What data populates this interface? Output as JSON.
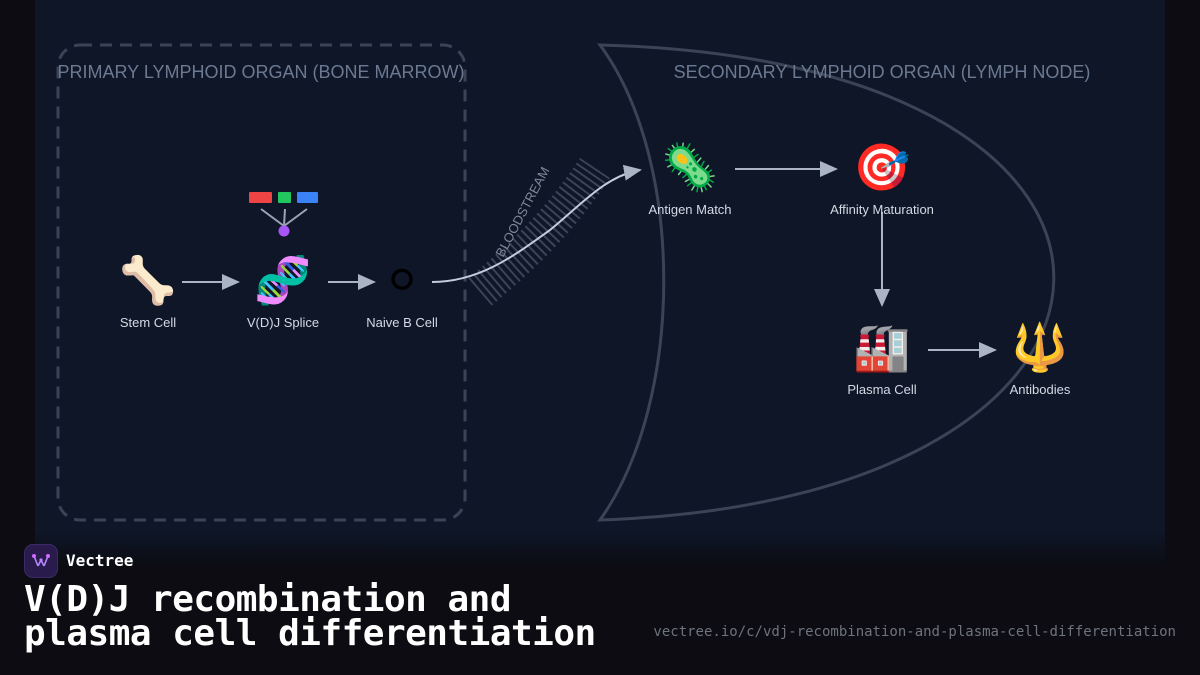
{
  "diagram": {
    "regions": {
      "primary": {
        "title": "PRIMARY LYMPHOID ORGAN (BONE MARROW)"
      },
      "secondary": {
        "title": "SECONDARY LYMPHOID ORGAN (LYMPH NODE)"
      }
    },
    "bloodstream_label": "BLOODSTREAM",
    "nodes": {
      "stem_cell": {
        "icon": "🦴",
        "label": "Stem Cell"
      },
      "vdj_splice": {
        "icon": "🧬",
        "label": "V(D)J Splice"
      },
      "naive_b_cell": {
        "icon": "⚪",
        "label": "Naive B Cell"
      },
      "antigen_match": {
        "icon": "🦠",
        "label": "Antigen Match"
      },
      "affinity_maturation": {
        "icon": "🎯",
        "label": "Affinity Maturation"
      },
      "plasma_cell": {
        "icon": "🏭",
        "label": "Plasma Cell"
      },
      "antibodies": {
        "icon": "🔱",
        "label": "Antibodies"
      }
    },
    "gene_segment_colors": [
      "#ef4444",
      "#22c55e",
      "#3b82f6"
    ],
    "joined_segment_color": "#a855f7"
  },
  "footer": {
    "brand": "Vectree",
    "title": "V(D)J recombination and plasma cell differentiation",
    "url": "vectree.io/c/vdj-recombination-and-plasma-cell-differentiation"
  }
}
